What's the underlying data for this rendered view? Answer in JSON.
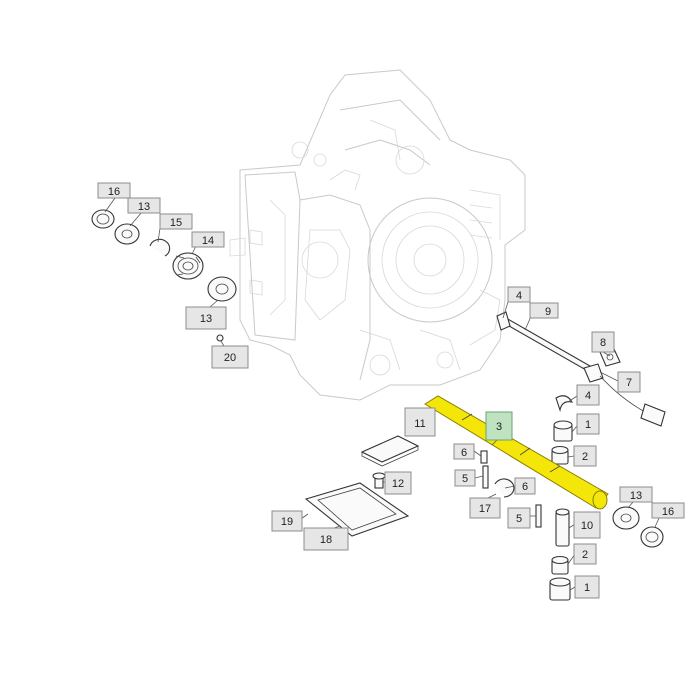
{
  "diagram": {
    "highlight_color": "#f5e60a",
    "callouts": [
      {
        "id": "c16a",
        "text": "16"
      },
      {
        "id": "c13a",
        "text": "13"
      },
      {
        "id": "c15",
        "text": "15"
      },
      {
        "id": "c14",
        "text": "14"
      },
      {
        "id": "c13b",
        "text": "13"
      },
      {
        "id": "c20",
        "text": "20"
      },
      {
        "id": "c4a",
        "text": "4"
      },
      {
        "id": "c9",
        "text": "9"
      },
      {
        "id": "c8",
        "text": "8"
      },
      {
        "id": "c7",
        "text": "7"
      },
      {
        "id": "c4b",
        "text": "4"
      },
      {
        "id": "c1a",
        "text": "1"
      },
      {
        "id": "c2a",
        "text": "2"
      },
      {
        "id": "c11",
        "text": "11"
      },
      {
        "id": "c3",
        "text": "3"
      },
      {
        "id": "c6a",
        "text": "6"
      },
      {
        "id": "c5a",
        "text": "5"
      },
      {
        "id": "c6b",
        "text": "6"
      },
      {
        "id": "c12",
        "text": "12"
      },
      {
        "id": "c17",
        "text": "17"
      },
      {
        "id": "c5b",
        "text": "5"
      },
      {
        "id": "c10",
        "text": "10"
      },
      {
        "id": "c13c",
        "text": "13"
      },
      {
        "id": "c16b",
        "text": "16"
      },
      {
        "id": "c19",
        "text": "19"
      },
      {
        "id": "c18",
        "text": "18"
      },
      {
        "id": "c2b",
        "text": "2"
      },
      {
        "id": "c1b",
        "text": "1"
      }
    ]
  }
}
